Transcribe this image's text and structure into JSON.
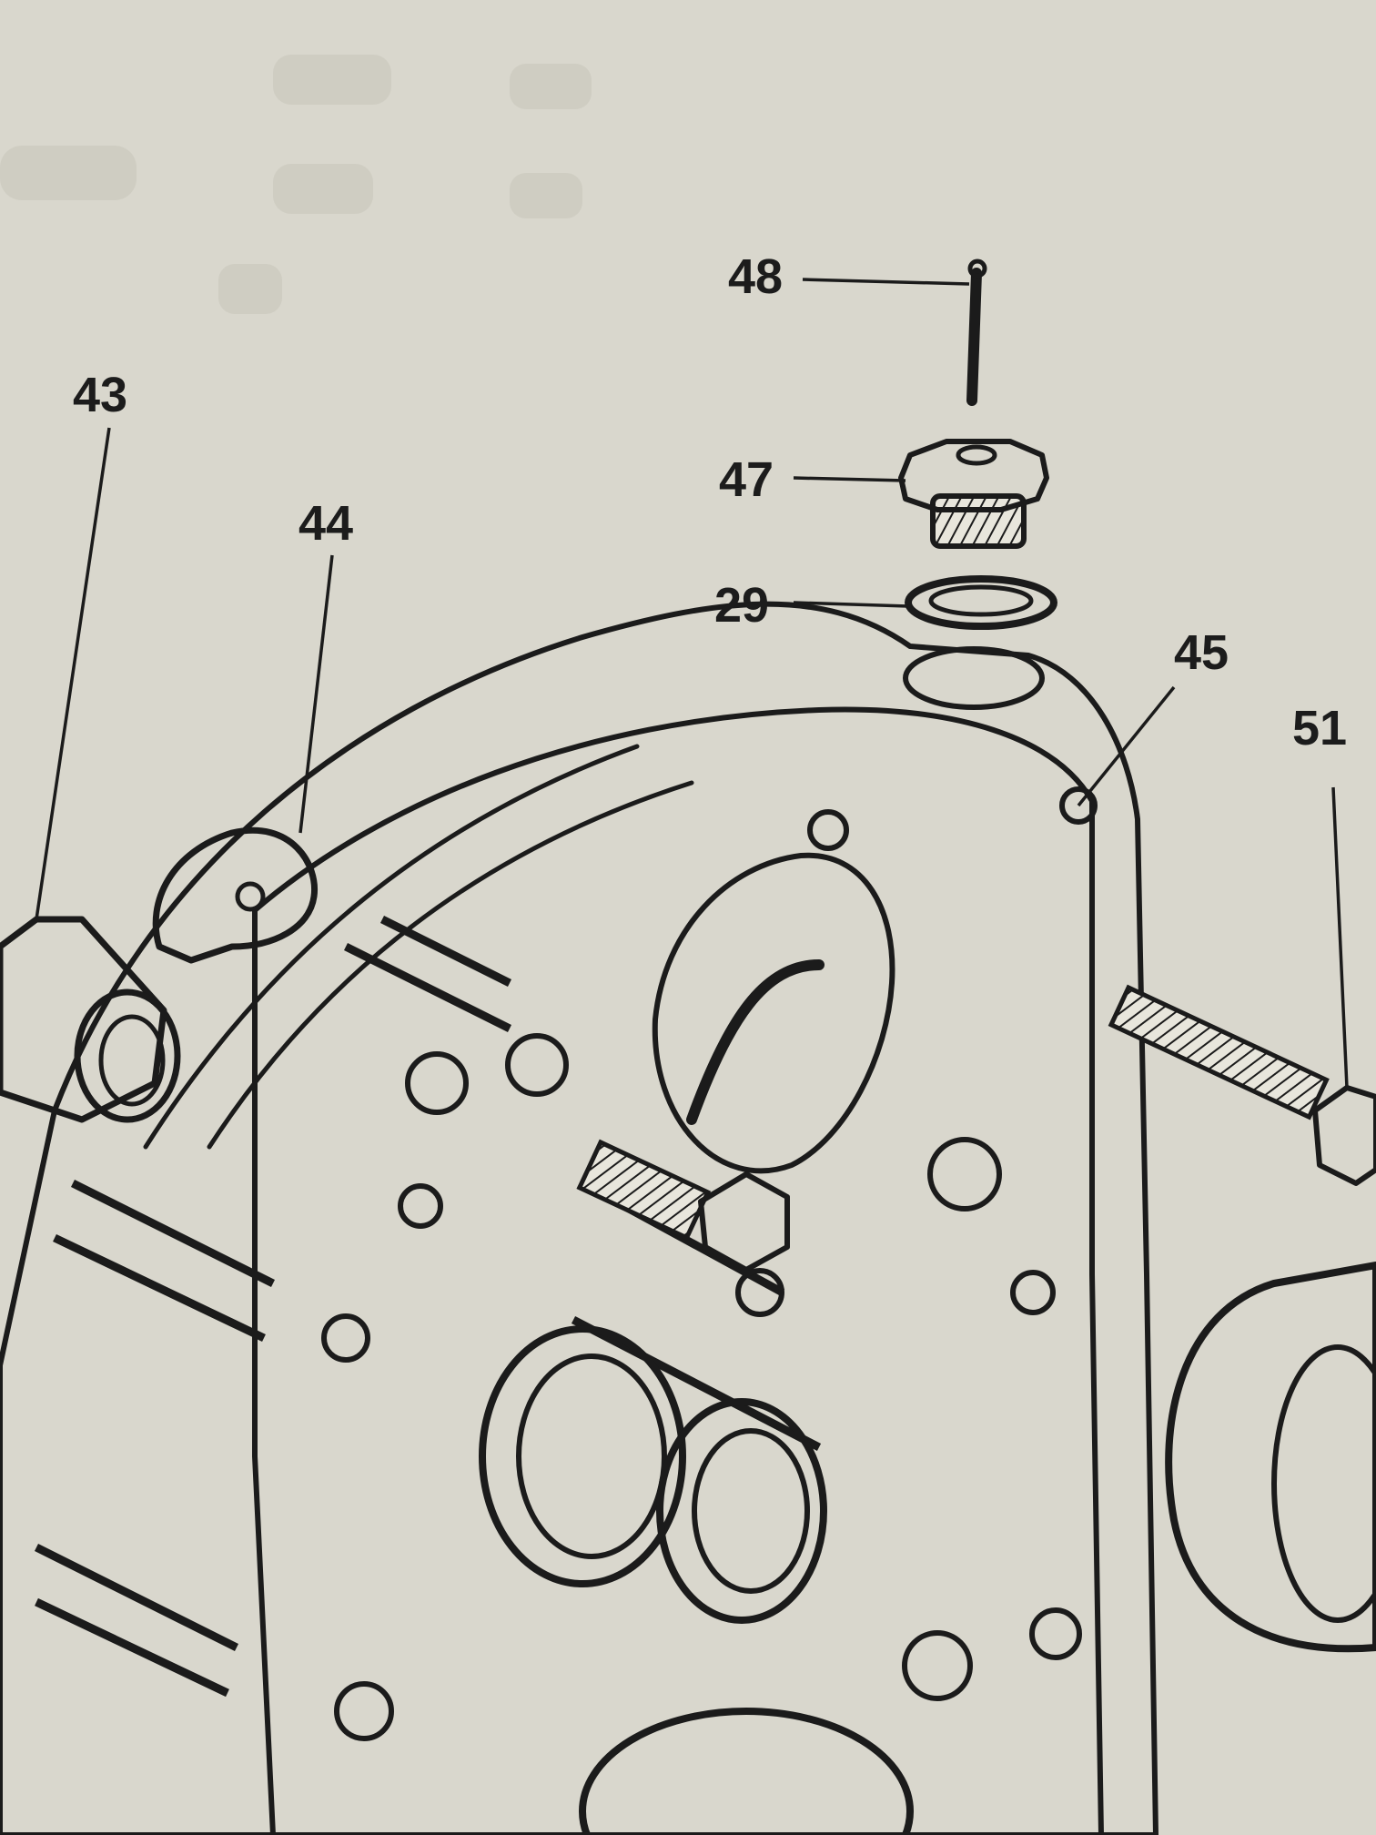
{
  "diagram": {
    "part_callouts": [
      {
        "number": "48",
        "part": "pin"
      },
      {
        "number": "47",
        "part": "hex-plug"
      },
      {
        "number": "29",
        "part": "washer"
      },
      {
        "number": "45",
        "part": "hole"
      },
      {
        "number": "43",
        "part": "bushing"
      },
      {
        "number": "44",
        "part": "tab-washer"
      },
      {
        "number": "51",
        "part": "stud-nut"
      }
    ]
  },
  "colors": {
    "paper": "#d9d7cd",
    "ink": "#1b1b1b",
    "stipple": "#3a3a3a"
  }
}
